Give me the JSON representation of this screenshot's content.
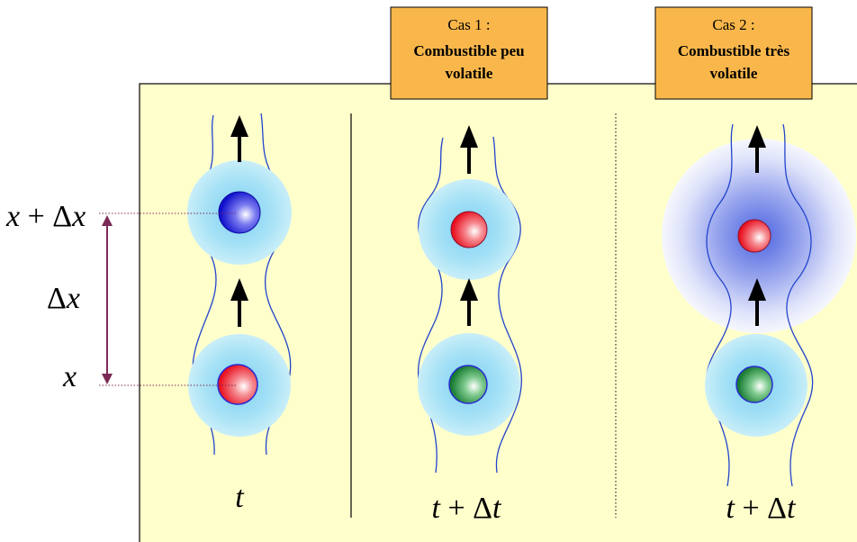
{
  "labels": {
    "x_plus_dx": [
      "x",
      " + ",
      "Δ",
      "x"
    ],
    "dx": [
      "Δ",
      "x"
    ],
    "x": "x",
    "t": "t",
    "t_plus_dt_1": [
      "t",
      " + ",
      "Δ",
      "t"
    ],
    "t_plus_dt_2": [
      "t",
      " + ",
      "Δ",
      "t"
    ]
  },
  "case1": {
    "line1": "Cas 1 :",
    "line2": "Combustible peu",
    "line3": "volatile"
  },
  "case2": {
    "line1": "Cas 2 :",
    "line2": "Combustible très",
    "line3": "volatile"
  },
  "colors": {
    "panel": "#FFFFCC",
    "box": "#F9B74B",
    "flame": "#2244CC",
    "interval_arrow": "#7B2A55",
    "droplet_blue": "#1515DD",
    "droplet_red": "#EE2030",
    "droplet_green": "#1F8A3A",
    "halo": "#9FE3F7",
    "halo_large": "#6A7FE8"
  }
}
